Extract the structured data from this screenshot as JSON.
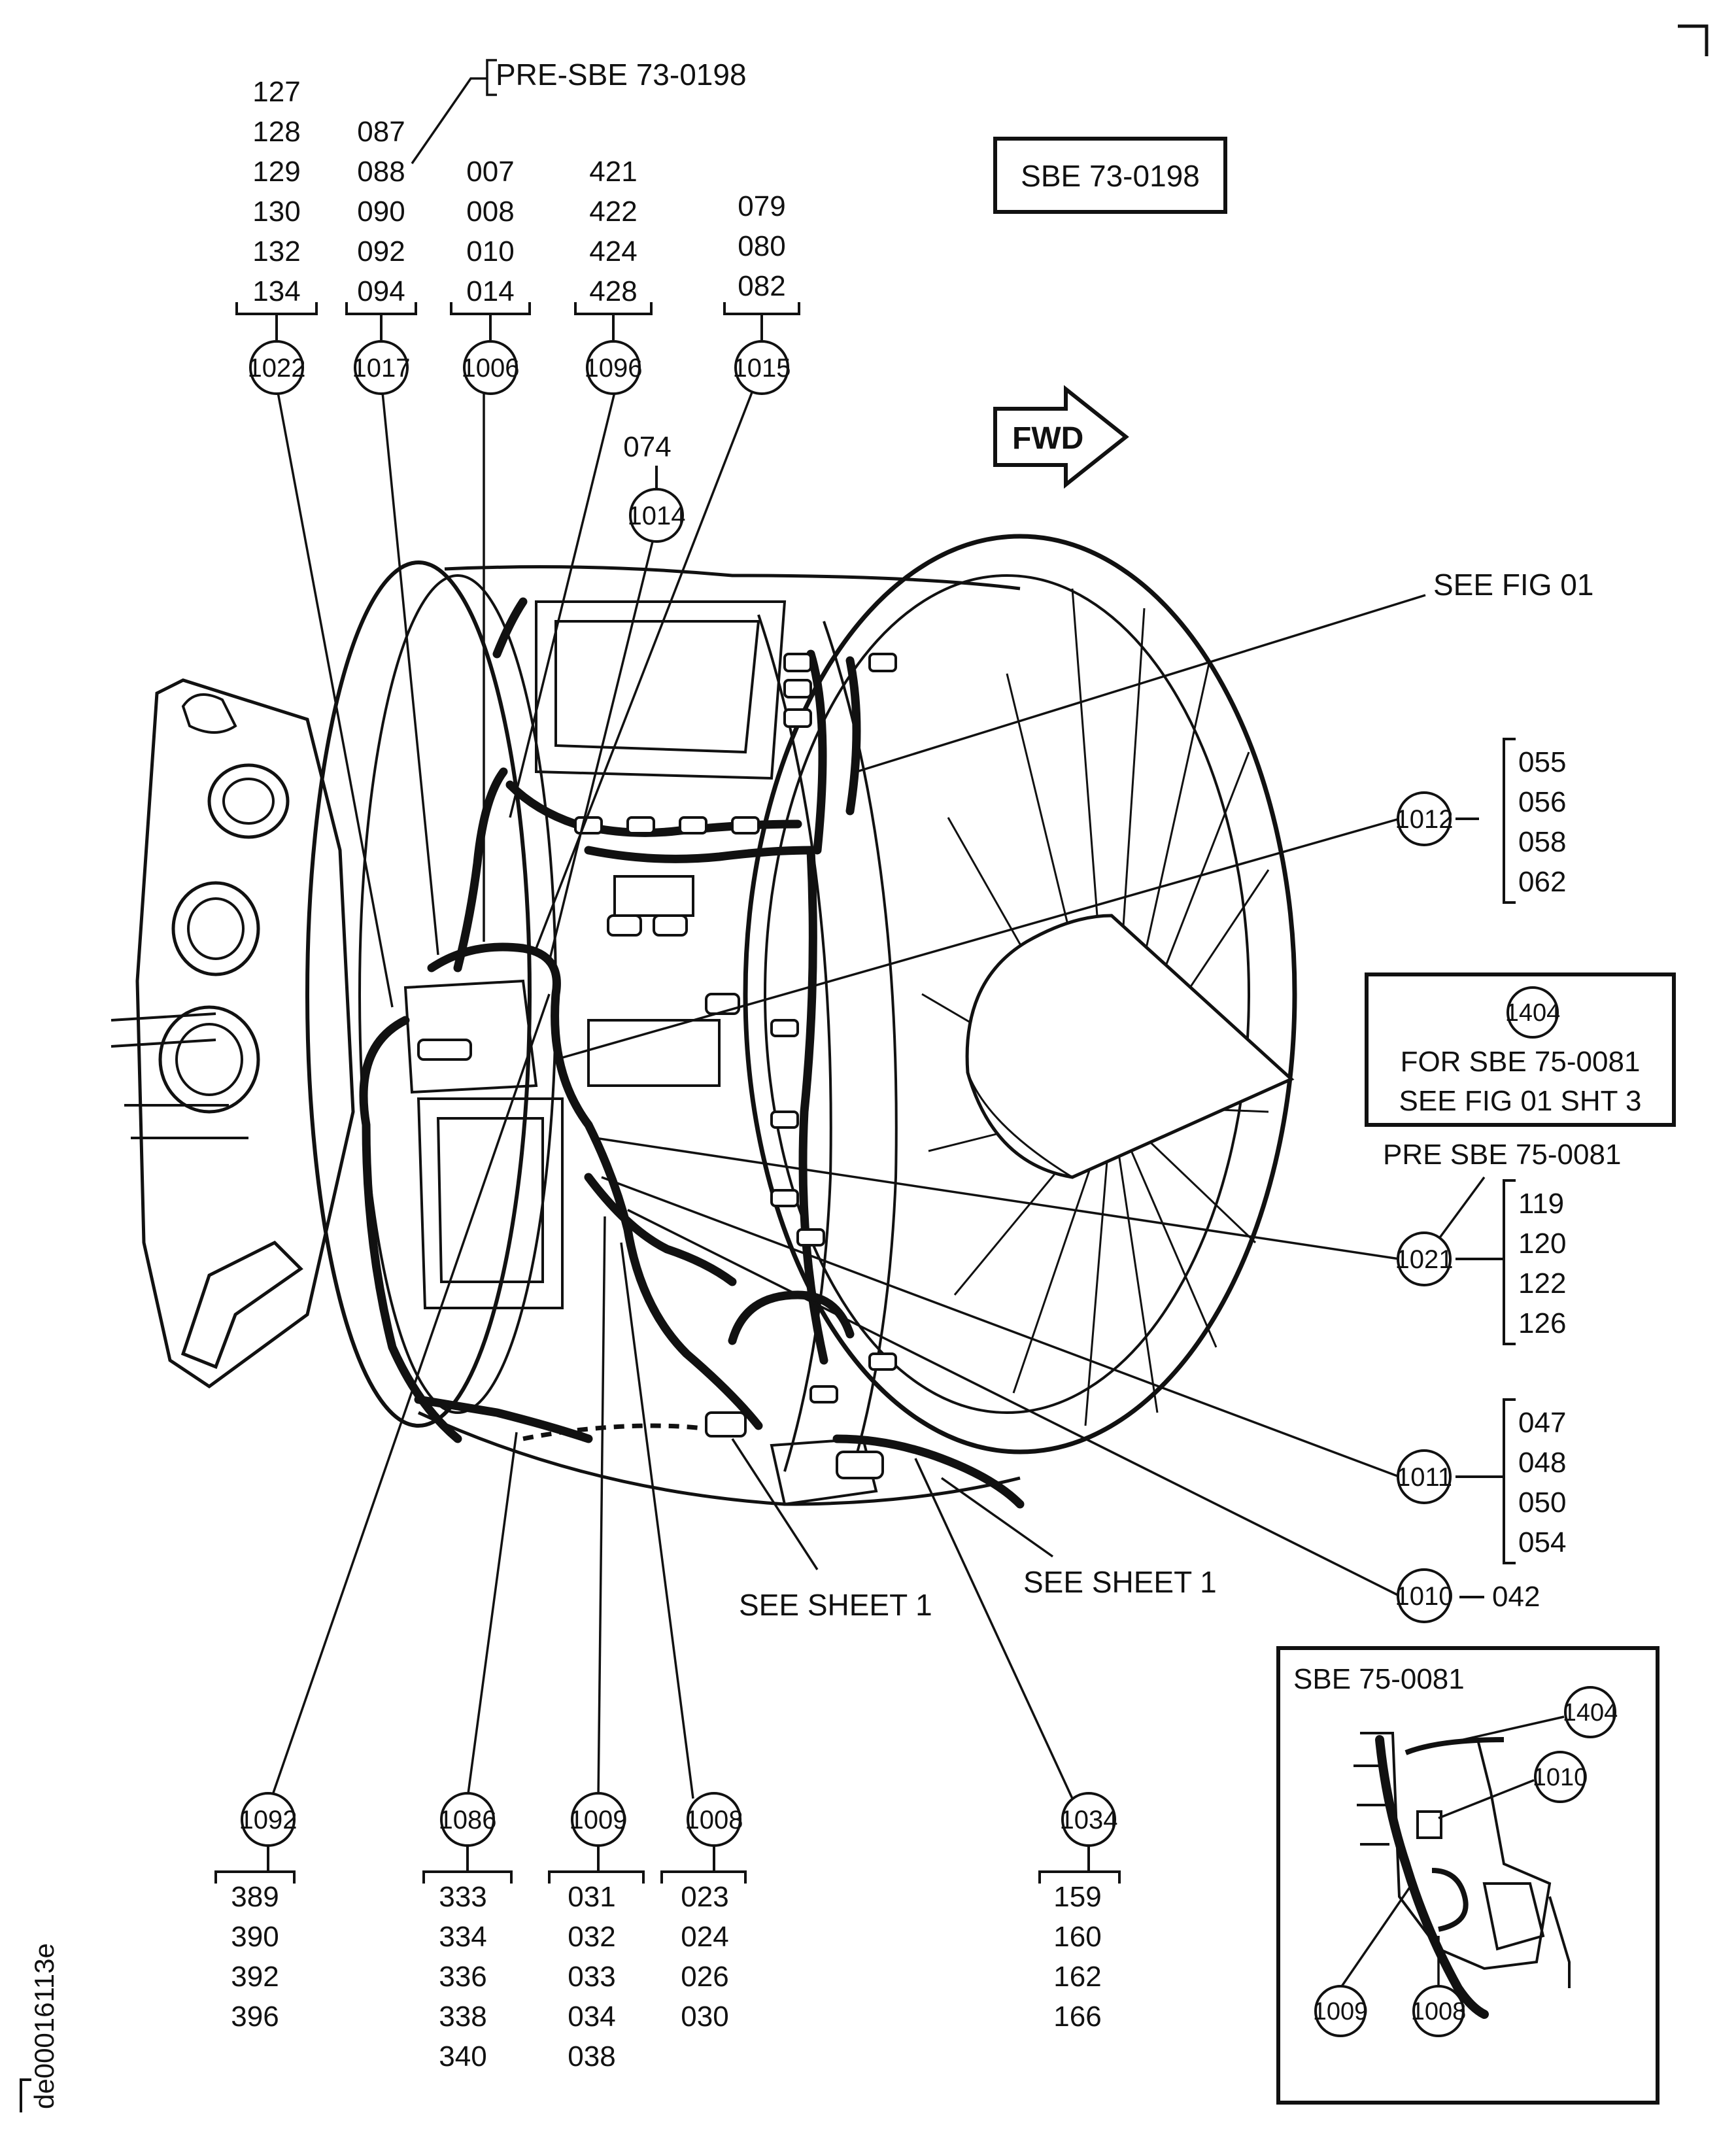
{
  "figure_id": "de00016113e",
  "pre_sbe_73_label": "PRE-SBE 73-0198",
  "sbe_73_box": "SBE 73-0198",
  "fwd_arrow": "FWD",
  "see_fig_01": "SEE FIG 01",
  "see_sheet_1_a": "SEE SHEET 1",
  "see_sheet_1_b": "SEE SHEET 1",
  "pre_sbe_75_label": "PRE SBE 75-0081",
  "note_box": {
    "callout": "1404",
    "line1": "FOR SBE 75-0081",
    "line2": "SEE FIG 01 SHT 3"
  },
  "inset": {
    "title": "SBE 75-0081",
    "callouts": [
      "1404",
      "1010",
      "1009",
      "1008"
    ]
  },
  "callouts": {
    "c1022": {
      "id": "1022",
      "items": [
        "127",
        "128",
        "129",
        "130",
        "132",
        "134"
      ]
    },
    "c1017": {
      "id": "1017",
      "items": [
        "087",
        "088",
        "090",
        "092",
        "094"
      ]
    },
    "c1006": {
      "id": "1006",
      "items": [
        "007",
        "008",
        "010",
        "014"
      ]
    },
    "c1096": {
      "id": "1096",
      "items": [
        "421",
        "422",
        "424",
        "428"
      ]
    },
    "c1015": {
      "id": "1015",
      "items": [
        "079",
        "080",
        "082"
      ]
    },
    "c1014": {
      "id": "1014",
      "items": [
        "074"
      ]
    },
    "c1012": {
      "id": "1012",
      "items": [
        "055",
        "056",
        "058",
        "062"
      ]
    },
    "c1021": {
      "id": "1021",
      "items": [
        "119",
        "120",
        "122",
        "126"
      ]
    },
    "c1011": {
      "id": "1011",
      "items": [
        "047",
        "048",
        "050",
        "054"
      ]
    },
    "c1010": {
      "id": "1010",
      "items": [
        "042"
      ]
    },
    "c1092": {
      "id": "1092",
      "items": [
        "389",
        "390",
        "392",
        "396"
      ]
    },
    "c1086": {
      "id": "1086",
      "items": [
        "333",
        "334",
        "336",
        "338",
        "340"
      ]
    },
    "c1009": {
      "id": "1009",
      "items": [
        "031",
        "032",
        "033",
        "034",
        "038"
      ]
    },
    "c1008": {
      "id": "1008",
      "items": [
        "023",
        "024",
        "026",
        "030"
      ]
    },
    "c1034": {
      "id": "1034",
      "items": [
        "159",
        "160",
        "162",
        "166"
      ]
    }
  }
}
